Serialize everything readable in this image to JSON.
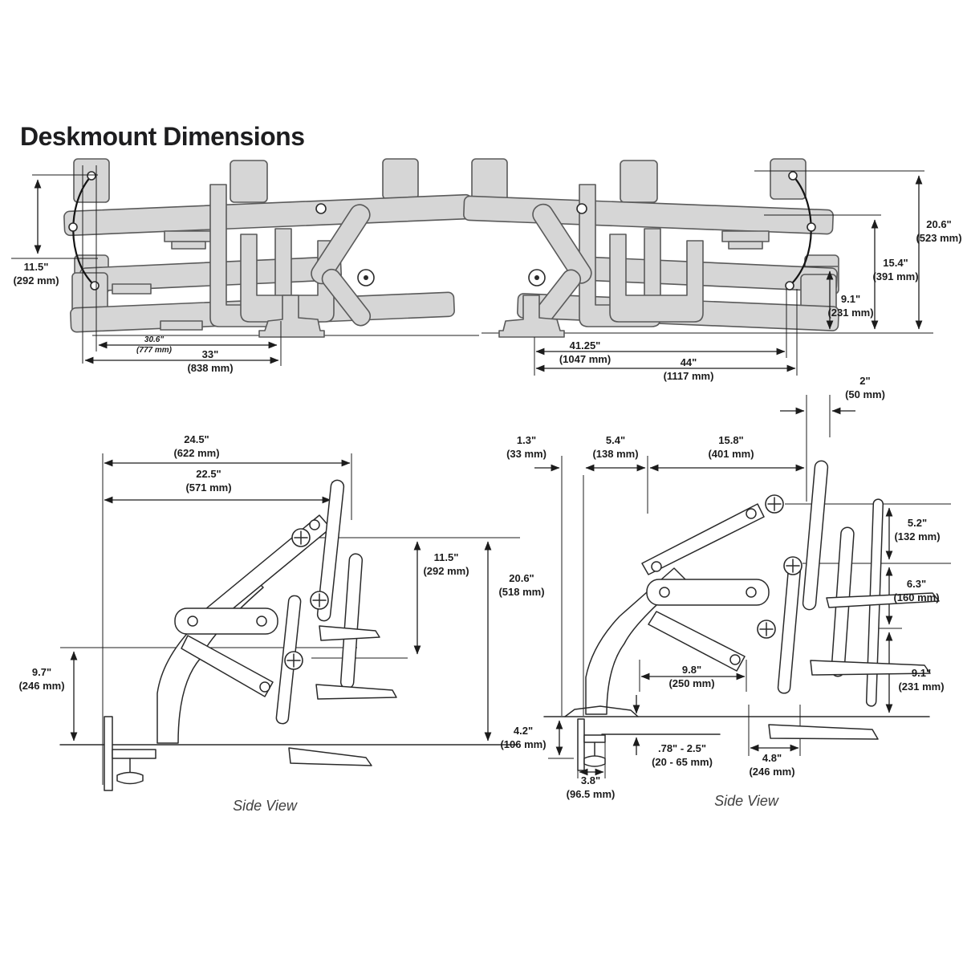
{
  "title": "Deskmount Dimensions",
  "colors": {
    "shape_fill": "#d6d6d6",
    "shape_outline": "#5a5a5a",
    "line": "#1c1c1c"
  },
  "views": {
    "front_left": {
      "dims": {
        "height_min": {
          "in": "11.5\"",
          "mm": "(292 mm)"
        },
        "reach_inner": {
          "in": "30.6\"",
          "mm": "(777 mm)"
        },
        "reach_outer": {
          "in": "33\"",
          "mm": "(838 mm)"
        }
      }
    },
    "front_right": {
      "dims": {
        "height_max": {
          "in": "20.6\"",
          "mm": "(523 mm)"
        },
        "height_mid": {
          "in": "15.4\"",
          "mm": "(391 mm)"
        },
        "height_low": {
          "in": "9.1\"",
          "mm": "(231 mm)"
        },
        "reach_inner": {
          "in": "41.25\"",
          "mm": "(1047 mm)"
        },
        "reach_outer": {
          "in": "44\"",
          "mm": "(1117 mm)"
        }
      }
    },
    "side_left": {
      "label": "Side View",
      "dims": {
        "depth_outer": {
          "in": "24.5\"",
          "mm": "(622 mm)"
        },
        "depth_inner": {
          "in": "22.5\"",
          "mm": "(571 mm)"
        },
        "lift_range": {
          "in": "11.5\"",
          "mm": "(292 mm)"
        },
        "height_total": {
          "in": "20.6\"",
          "mm": "(518 mm)"
        },
        "height_low": {
          "in": "9.7\"",
          "mm": "(246 mm)"
        }
      }
    },
    "side_right": {
      "label": "Side View",
      "dims": {
        "offset_back": {
          "in": "1.3\"",
          "mm": "(33  mm)"
        },
        "offset_mid": {
          "in": "5.4\"",
          "mm": "(138 mm)"
        },
        "offset_front": {
          "in": "15.8\"",
          "mm": "(401 mm)"
        },
        "monitor_gap": {
          "in": "2\"",
          "mm": "(50 mm)"
        },
        "top_drop": {
          "in": "5.2\"",
          "mm": "(132 mm)"
        },
        "mid_drop": {
          "in": "6.3\"",
          "mm": "(160 mm)"
        },
        "low_height": {
          "in": "9.1\"",
          "mm": "(231 mm)"
        },
        "arm_depth": {
          "in": "9.8\"",
          "mm": "(250 mm)"
        },
        "clamp_height": {
          "in": "4.2\"",
          "mm": "(106 mm)"
        },
        "clamp_width": {
          "in": "3.8\"",
          "mm": "(96.5 mm)"
        },
        "desk_thickness": {
          "in": ".78\" - 2.5\"",
          "mm": "(20 - 65 mm)"
        },
        "foot_depth": {
          "in": "4.8\"",
          "mm": "(246 mm)"
        }
      }
    }
  }
}
